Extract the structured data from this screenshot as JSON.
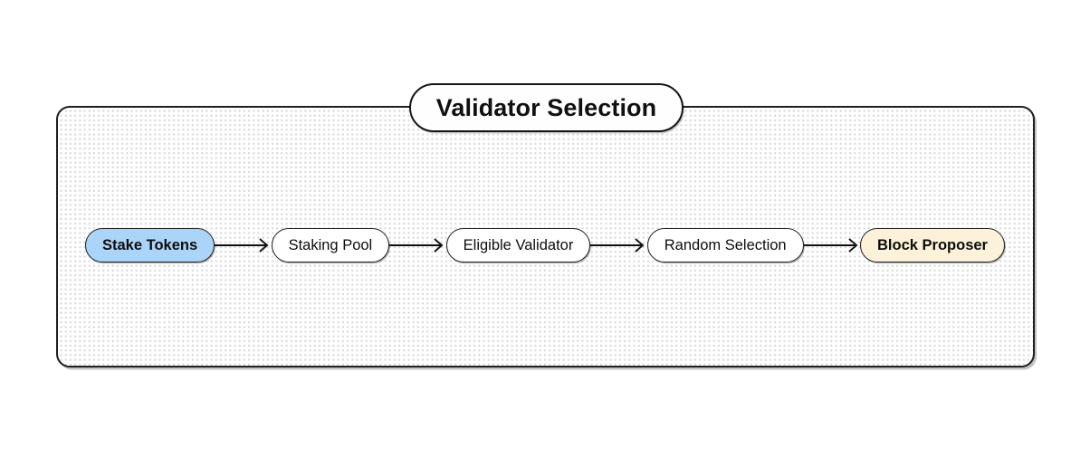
{
  "diagram": {
    "title": "Validator Selection",
    "type": "flowchart-lr",
    "colors": {
      "background": "#ffffff",
      "container_border": "#1f1f1f",
      "dot_grid": "#d9d9de",
      "node_border": "#1d1d1d",
      "node_fill": "#ffffff",
      "highlight_blue": "#abd5f8",
      "highlight_cream": "#fcf2da",
      "arrow": "#111111",
      "text": "#0d0d0d"
    },
    "nodes": [
      {
        "id": "stake-tokens",
        "label": "Stake Tokens",
        "style": "highlight-blue",
        "bold": true
      },
      {
        "id": "staking-pool",
        "label": "Staking Pool",
        "style": "default",
        "bold": false
      },
      {
        "id": "eligible-validator",
        "label": "Eligible Validator",
        "style": "default",
        "bold": false
      },
      {
        "id": "random-selection",
        "label": "Random Selection",
        "style": "default",
        "bold": false
      },
      {
        "id": "block-proposer",
        "label": "Block Proposer",
        "style": "highlight-cream",
        "bold": true
      }
    ],
    "edges": [
      {
        "from": "stake-tokens",
        "to": "staking-pool",
        "label": ""
      },
      {
        "from": "staking-pool",
        "to": "eligible-validator",
        "label": ""
      },
      {
        "from": "eligible-validator",
        "to": "random-selection",
        "label": ""
      },
      {
        "from": "random-selection",
        "to": "block-proposer",
        "label": ""
      }
    ]
  }
}
